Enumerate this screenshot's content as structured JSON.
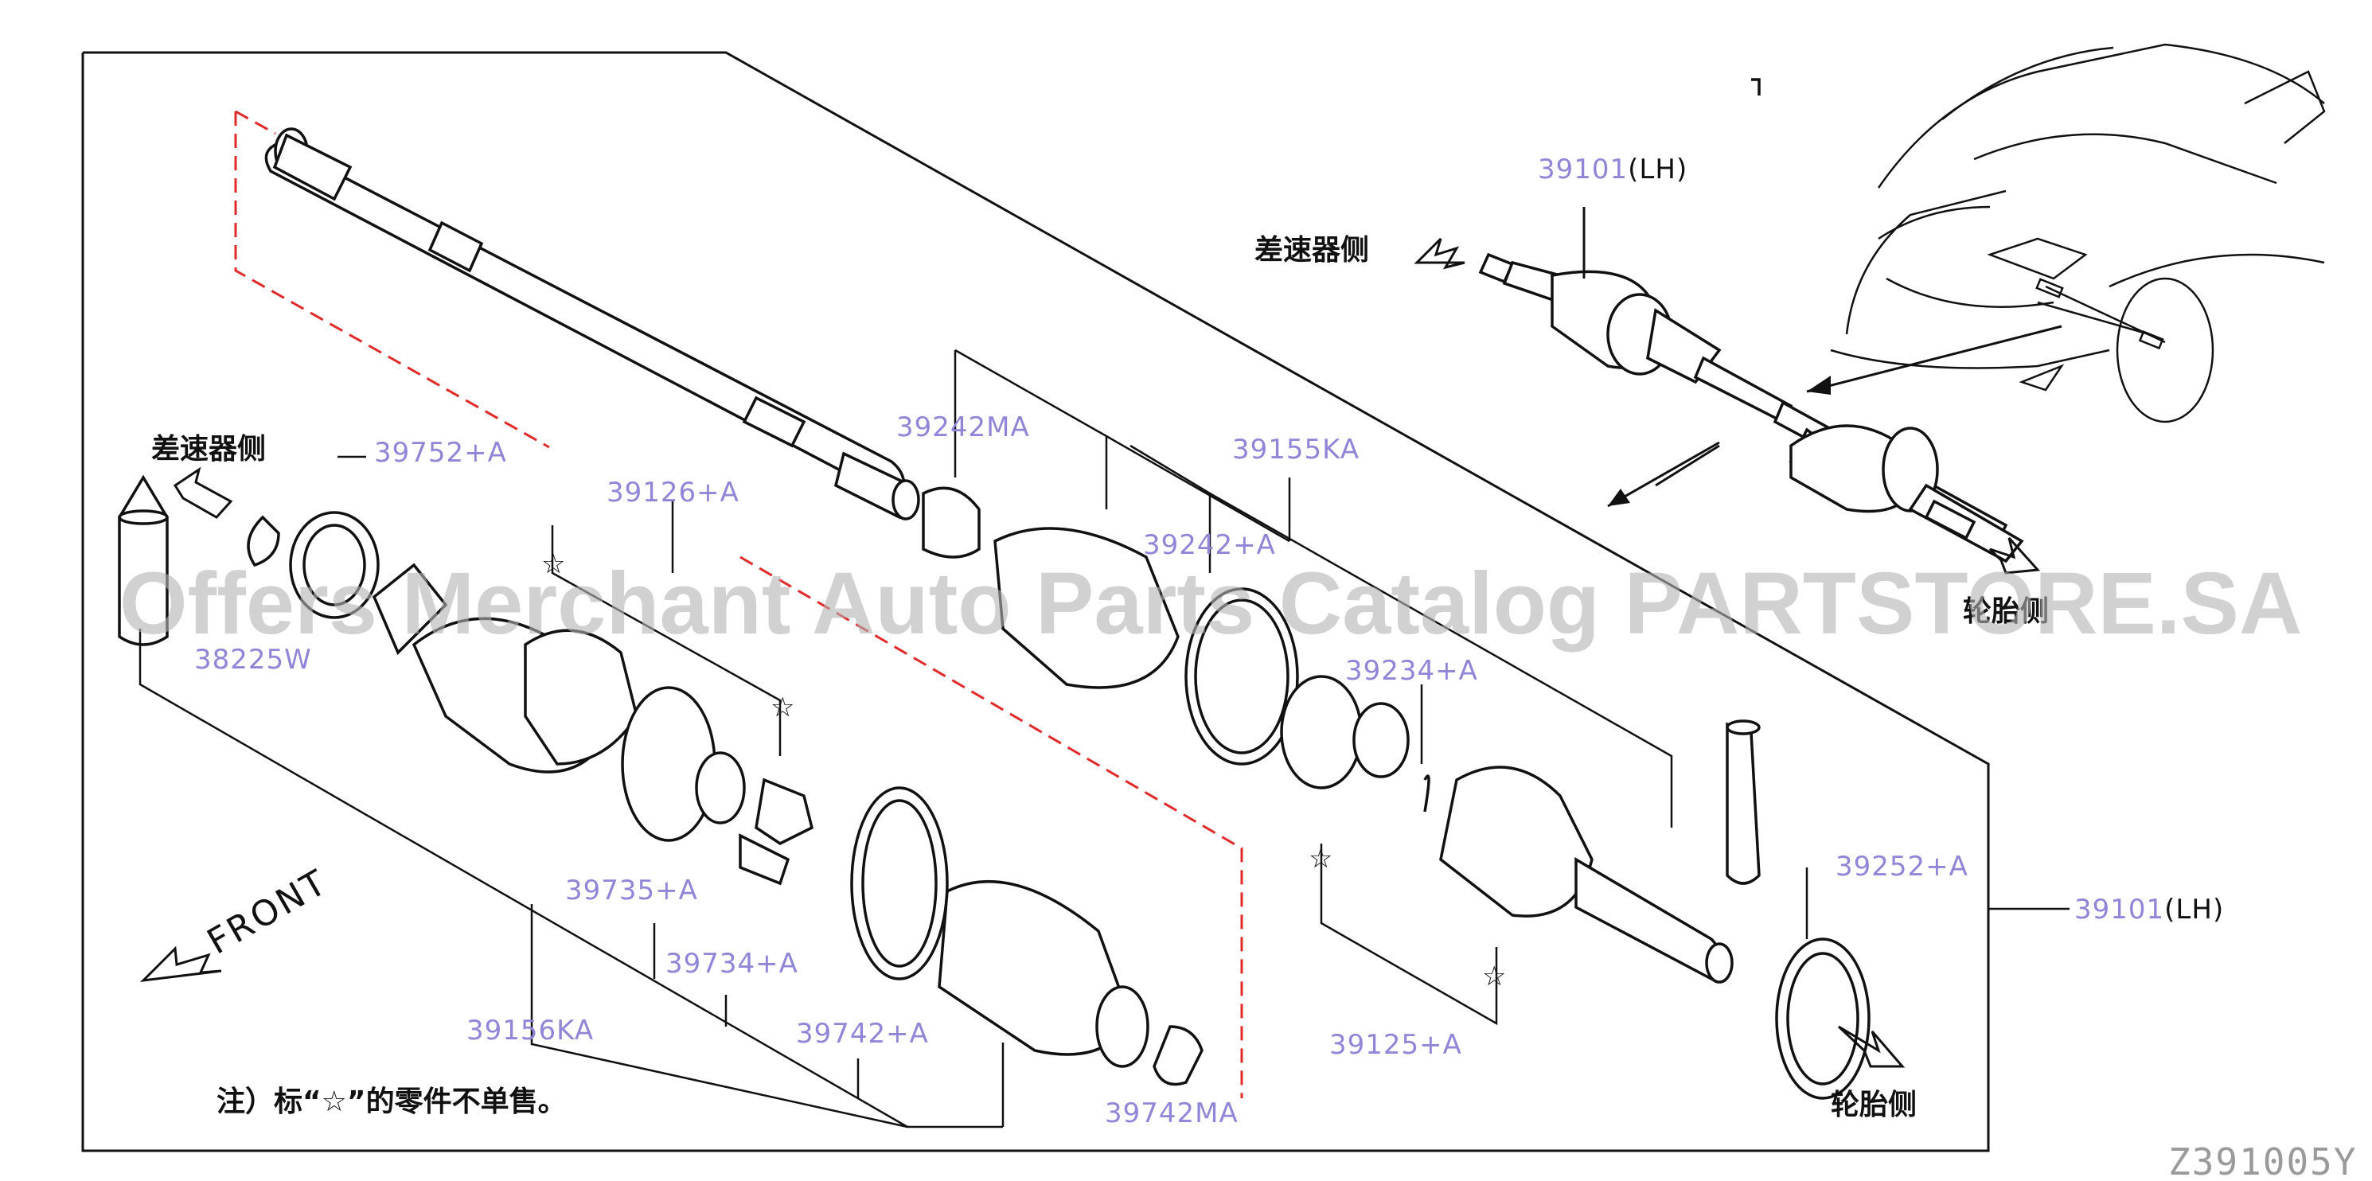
{
  "parts": {
    "p39101_top": "39101",
    "p39101_top_side": "(LH)",
    "p39101_right": "39101",
    "p39101_right_side": "(LH)",
    "p39752": "39752+A",
    "p39126": "39126+A",
    "p39242MA": "39242MA",
    "p39155KA": "39155KA",
    "p39242A": "39242+A",
    "p38225W": "38225W",
    "p39234A": "39234+A",
    "p39252A": "39252+A",
    "p39735A": "39735+A",
    "p39734A": "39734+A",
    "p39742A": "39742+A",
    "p39156KA": "39156KA",
    "p39742MA": "39742MA",
    "p39125A": "39125+A"
  },
  "labels": {
    "diff_side_top": "差速器侧",
    "diff_side_left": "差速器侧",
    "wheel_side_top": "轮胎侧",
    "wheel_side_bottom": "轮胎侧",
    "front": "FRONT",
    "note": "注）标“☆”的零件不单售。",
    "star": "☆"
  },
  "watermark": "Offers Merchant Auto Parts Catalog PARTSTORE.SA",
  "figure_code": "Z391005Y",
  "colors": {
    "part_number": "#8f86d8",
    "hidden_line": "#e02a2a",
    "outline": "#111111"
  }
}
